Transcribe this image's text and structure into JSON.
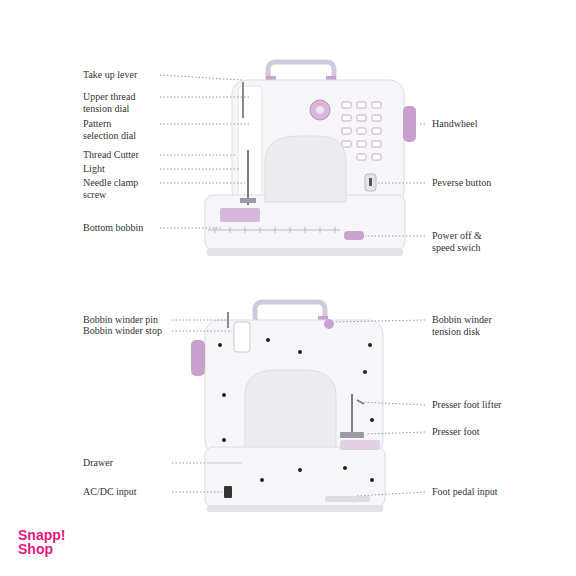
{
  "diagram": {
    "labels": [
      "Take up lever",
      "Upper thread tension dial",
      "Pattern selection dial",
      "Thread Cutter",
      "Light",
      "Needle clamp screw",
      "Bottom bobbin",
      "Handwheel",
      "Peverse button",
      "Power off & speed swich",
      "Bobbin winder pin",
      "Bobbin winder stop",
      "Bobbin winder tension disk",
      "Presser foot lifter",
      "Presser foot",
      "Drawer",
      "AC/DC input",
      "Foot pedal input",
      "Snapp! Shop"
    ]
  }
}
